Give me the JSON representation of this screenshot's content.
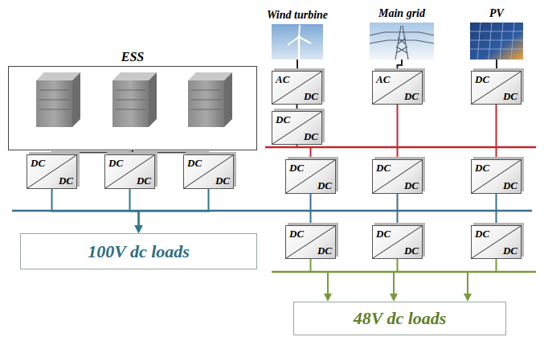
{
  "diagram": {
    "nodes": [
      {
        "text": [
          "ESS"
        ]
      },
      {
        "text": [
          "Wind turbine"
        ]
      },
      {
        "text": [
          "Main grid"
        ]
      },
      {
        "text": [
          "PV"
        ]
      },
      {
        "text": [
          "AC",
          "DC"
        ]
      },
      {
        "text": [
          "AC",
          "DC"
        ]
      },
      {
        "text": [
          "DC",
          "DC"
        ]
      },
      {
        "text": [
          "DC",
          "DC"
        ]
      },
      {
        "text": [
          "DC",
          "DC"
        ]
      },
      {
        "text": [
          "DC",
          "DC"
        ]
      },
      {
        "text": [
          "DC",
          "DC"
        ]
      },
      {
        "text": [
          "DC",
          "DC"
        ]
      },
      {
        "text": [
          "DC",
          "DC"
        ]
      },
      {
        "text": [
          "DC",
          "DC"
        ]
      },
      {
        "text": [
          "DC",
          "DC"
        ]
      },
      {
        "text": [
          "DC",
          "DC"
        ]
      },
      {
        "text": [
          "DC",
          "DC"
        ]
      },
      {
        "text": [
          "100V dc loads"
        ]
      },
      {
        "text": [
          "48V dc loads"
        ]
      }
    ],
    "edges": [
      {
        "from": 0,
        "to": 8,
        "arrow": "none"
      },
      {
        "from": 0,
        "to": 9,
        "arrow": "none"
      },
      {
        "from": 0,
        "to": 10,
        "arrow": "none"
      },
      {
        "from": 1,
        "to": 4,
        "arrow": "none"
      },
      {
        "from": 2,
        "to": 5,
        "arrow": "none"
      },
      {
        "from": 3,
        "to": 6,
        "arrow": "none"
      },
      {
        "from": 4,
        "to": 7,
        "arrow": "none"
      },
      {
        "from": 7,
        "to": 11,
        "arrow": "none"
      },
      {
        "from": 5,
        "to": 12,
        "arrow": "none"
      },
      {
        "from": 6,
        "to": 13,
        "arrow": "none"
      },
      {
        "from": 11,
        "to": 14,
        "arrow": "none"
      },
      {
        "from": 12,
        "to": 15,
        "arrow": "none"
      },
      {
        "from": 13,
        "to": 16,
        "arrow": "none"
      },
      {
        "from": 8,
        "to": 17,
        "arrow": "to"
      },
      {
        "from": 9,
        "to": 17,
        "arrow": "to"
      },
      {
        "from": 10,
        "to": 17,
        "arrow": "to"
      },
      {
        "from": 14,
        "to": 18,
        "arrow": "to"
      },
      {
        "from": 15,
        "to": 18,
        "arrow": "to"
      },
      {
        "from": 16,
        "to": 18,
        "arrow": "to"
      }
    ]
  }
}
